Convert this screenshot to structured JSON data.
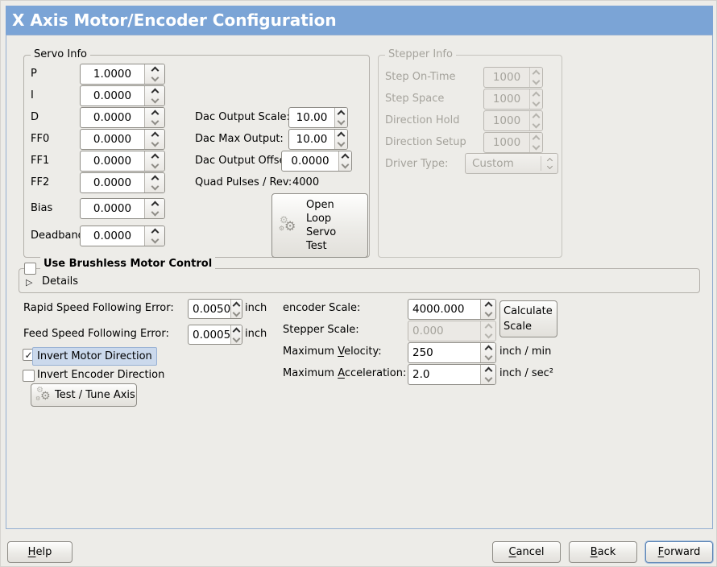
{
  "window": {
    "title": "X Axis Motor/Encoder Configuration"
  },
  "colors": {
    "titlebar_bg": "#7ba4d6",
    "content_border": "#93aed1",
    "focus_highlight_bg": "#cbd9ec",
    "frame_border": "#b3b0aa"
  },
  "icons": {
    "gear": "⚙",
    "check": "✓",
    "expander": "▷"
  },
  "servo_info": {
    "title": "Servo Info",
    "fields": [
      {
        "label": "P",
        "value": "1.0000"
      },
      {
        "label": "I",
        "value": "0.0000"
      },
      {
        "label": "D",
        "value": "0.0000"
      },
      {
        "label": "FF0",
        "value": "0.0000"
      },
      {
        "label": "FF1",
        "value": "0.0000"
      },
      {
        "label": "FF2",
        "value": "0.0000"
      },
      {
        "label": "Bias",
        "value": "0.0000"
      },
      {
        "label": "Deadband",
        "value": "0.0000"
      }
    ]
  },
  "dac": {
    "scale_label": "Dac Output Scale:",
    "scale_value": "10.00",
    "max_label": "Dac Max Output:",
    "max_value": "10.00",
    "offset_label": "Dac Output Offset:",
    "offset_value": "0.0000",
    "quad_label": "Quad Pulses / Rev:",
    "quad_value": "4000"
  },
  "open_loop_button": {
    "label": "Open\nLoop\nServo\nTest"
  },
  "stepper_info": {
    "title": "Stepper Info",
    "fields": [
      {
        "label": "Step On-Time",
        "value": "1000"
      },
      {
        "label": "Step Space",
        "value": "1000"
      },
      {
        "label": "Direction Hold",
        "value": "1000"
      },
      {
        "label": "Direction Setup",
        "value": "1000"
      }
    ],
    "driver_label": "Driver Type:",
    "driver_value": "Custom"
  },
  "brushless": {
    "checkbox_label": "Use Brushless Motor Control",
    "checked": false,
    "details_label": "Details"
  },
  "following_error": {
    "rapid_label": "Rapid Speed Following Error:",
    "rapid_value": "0.0050",
    "rapid_unit": "inch",
    "feed_label": "Feed Speed Following Error:",
    "feed_value": "0.0005",
    "feed_unit": "inch"
  },
  "scales": {
    "encoder_label": "encoder Scale:",
    "encoder_value": "4000.000",
    "calculate_button": "Calculate Scale",
    "stepper_label": "Stepper Scale:",
    "stepper_value": "0.000",
    "velocity_label": "Maximum Velocity:",
    "velocity_mnemonic": "V",
    "velocity_value": "250",
    "velocity_unit": "inch / min",
    "accel_label": "Maximum Acceleration:",
    "accel_mnemonic": "A",
    "accel_value": "2.0",
    "accel_unit": "inch / sec²"
  },
  "invert": {
    "motor_label": "Invert Motor Direction",
    "motor_checked": true,
    "encoder_label": "Invert Encoder Direction",
    "encoder_checked": false
  },
  "test_tune_button": {
    "label": "Test / Tune Axis"
  },
  "action_buttons": {
    "help": "Help",
    "help_mnemonic": "H",
    "cancel": "Cancel",
    "cancel_mnemonic": "C",
    "back": "Back",
    "back_mnemonic": "B",
    "forward": "Forward",
    "forward_mnemonic": "F"
  }
}
